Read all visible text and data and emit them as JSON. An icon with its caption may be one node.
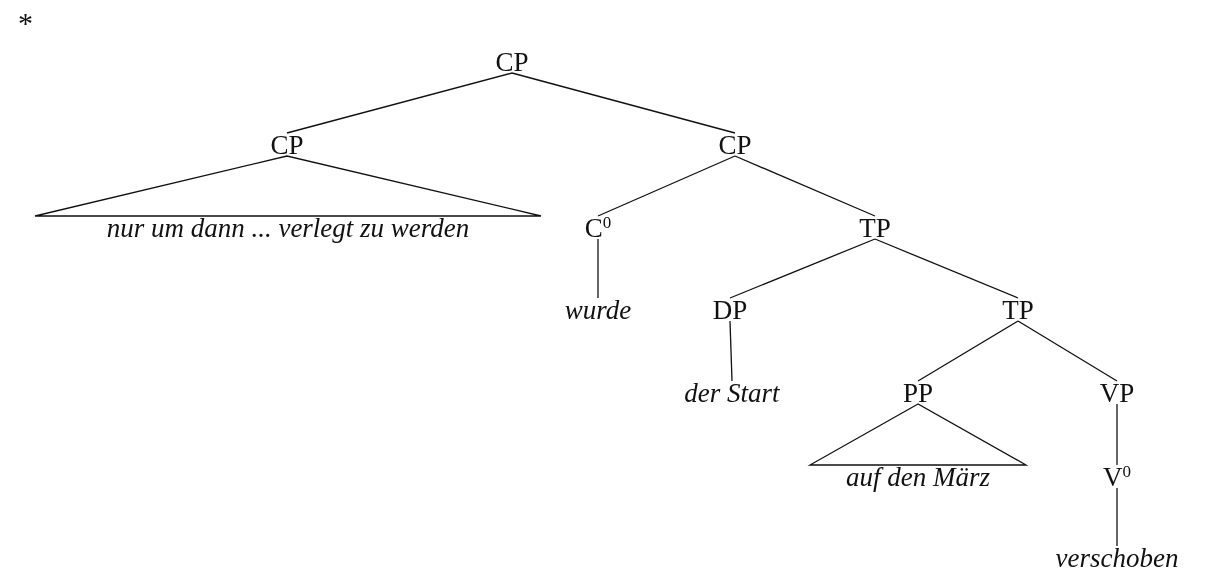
{
  "diagram": {
    "nodes": [
      {
        "text": [
          "CP"
        ]
      },
      {
        "text": [
          "CP"
        ]
      },
      {
        "text": [
          "nur um dann ... verlegt zu werden"
        ]
      },
      {
        "text": [
          "CP"
        ]
      },
      {
        "text": [
          "C$^{0}$"
        ]
      },
      {
        "text": [
          "wurde"
        ]
      },
      {
        "text": [
          "TP"
        ]
      },
      {
        "text": [
          "DP"
        ]
      },
      {
        "text": [
          "der Start"
        ]
      },
      {
        "text": [
          "TP"
        ]
      },
      {
        "text": [
          "PP"
        ]
      },
      {
        "text": [
          "auf den März"
        ]
      },
      {
        "text": [
          "VP"
        ]
      },
      {
        "text": [
          "V$^{0}$"
        ]
      },
      {
        "text": [
          "verschoben"
        ]
      }
    ],
    "edges": [
      {
        "from": 0,
        "to": 1,
        "arrow": "none"
      },
      {
        "from": 0,
        "to": 3,
        "arrow": "none"
      },
      {
        "from": 1,
        "to": 2,
        "arrow": "none"
      },
      {
        "from": 3,
        "to": 4,
        "arrow": "none"
      },
      {
        "from": 3,
        "to": 6,
        "arrow": "none"
      },
      {
        "from": 4,
        "to": 5,
        "arrow": "none"
      },
      {
        "from": 6,
        "to": 7,
        "arrow": "none"
      },
      {
        "from": 6,
        "to": 9,
        "arrow": "none"
      },
      {
        "from": 7,
        "to": 8,
        "arrow": "none"
      },
      {
        "from": 9,
        "to": 10,
        "arrow": "none"
      },
      {
        "from": 9,
        "to": 12,
        "arrow": "none"
      },
      {
        "from": 10,
        "to": 11,
        "arrow": "none"
      },
      {
        "from": 12,
        "to": 13,
        "arrow": "none"
      },
      {
        "from": 13,
        "to": 14,
        "arrow": "none"
      }
    ],
    "labels": [
      "*"
    ]
  }
}
